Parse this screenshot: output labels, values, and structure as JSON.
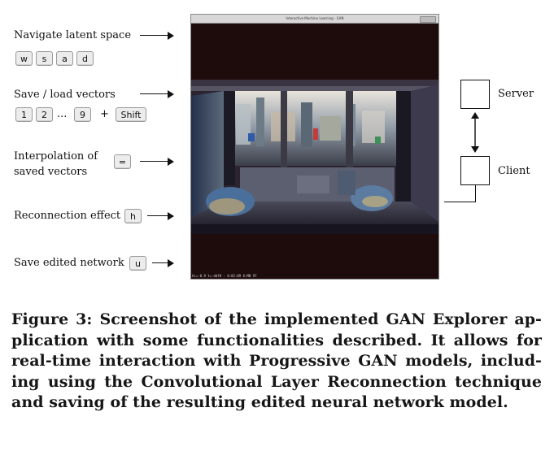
{
  "controls": {
    "navigate": {
      "label": "Navigate latent space",
      "keys": [
        "w",
        "s",
        "a",
        "d"
      ]
    },
    "save_load": {
      "label": "Save / load vectors",
      "keys": [
        "1",
        "2",
        "9",
        "Shift"
      ],
      "ellipsis": "...",
      "plus": "+"
    },
    "interpolation": {
      "label_line1": "Interpolation of",
      "label_line2": "saved vectors",
      "key": "="
    },
    "reconnection": {
      "label": "Reconnection effect",
      "key": "h"
    },
    "save_network": {
      "label": "Save edited network",
      "key": "u"
    }
  },
  "app_window": {
    "title": "Interactive Machine Learning - GAN",
    "status": "hi=-0.9 t=-ddf8 - 6:02:09 6:MB 97"
  },
  "architecture": {
    "server": "Server",
    "client": "Client"
  },
  "caption": {
    "lines": [
      "Figure 3: Screenshot of the implemented GAN Explorer ap-",
      "plication with some functionalities described. It allows for",
      "real-time interaction with Progressive GAN models, includ-",
      "ing using the Convolutional Layer Reconnection technique",
      "and saving of the resulting edited neural network model."
    ]
  }
}
